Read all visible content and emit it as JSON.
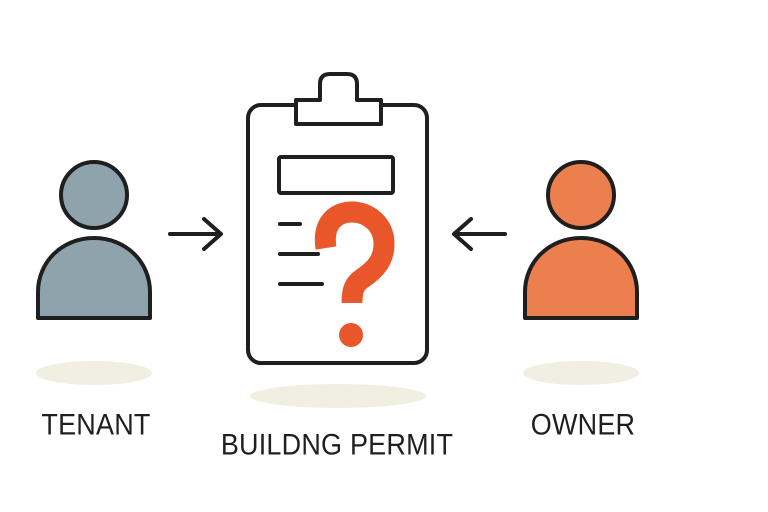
{
  "diagram": {
    "left_actor": {
      "label": "TENANT",
      "icon": "person-icon",
      "color": "#8fa3ad"
    },
    "center_document": {
      "label": "BUILDNG PERMIT",
      "icon": "clipboard-icon",
      "symbol": "question-mark-icon",
      "symbol_color": "#e8562a"
    },
    "right_actor": {
      "label": "OWNER",
      "icon": "person-icon",
      "color": "#ec7f4e"
    },
    "connectors": [
      {
        "from": "TENANT",
        "to": "BUILDNG PERMIT",
        "icon": "arrow-right-icon"
      },
      {
        "from": "OWNER",
        "to": "BUILDNG PERMIT",
        "icon": "arrow-left-icon"
      }
    ],
    "colors": {
      "stroke": "#1f1f1f",
      "shadow": "#f1efe2",
      "background": "#ffffff"
    }
  }
}
